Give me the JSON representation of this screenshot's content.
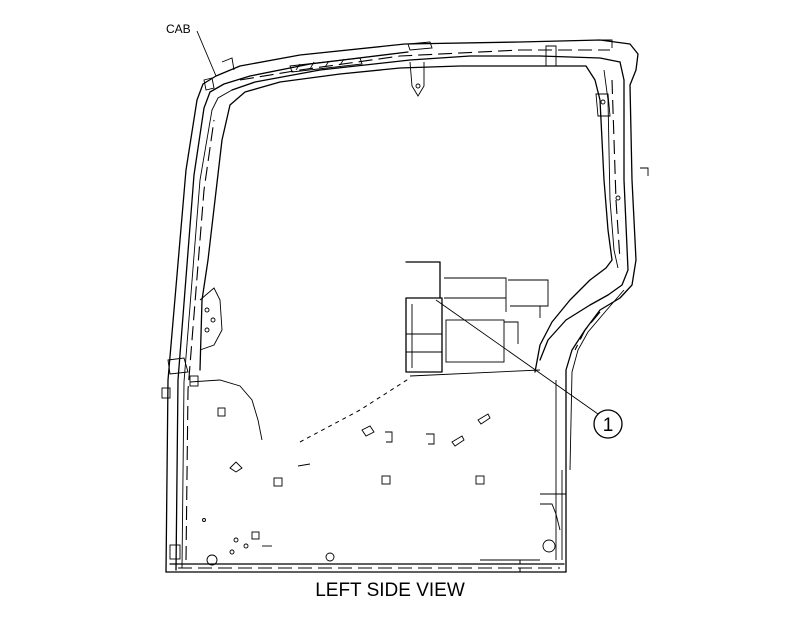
{
  "callouts": {
    "cab_label": "CAB",
    "item_number": "1"
  },
  "caption": "LEFT SIDE VIEW"
}
